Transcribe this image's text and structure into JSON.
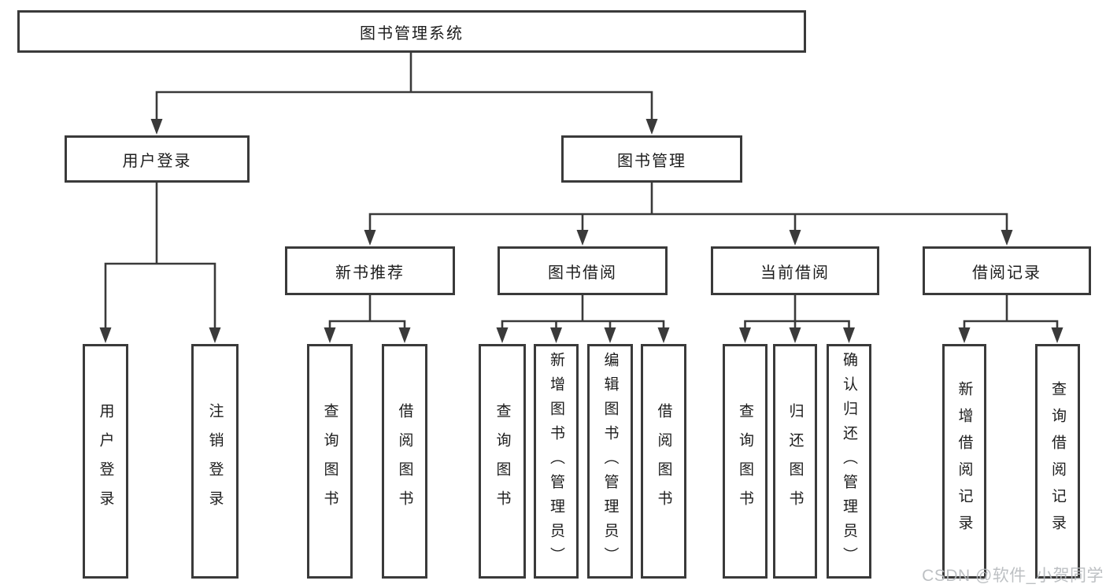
{
  "nodes": {
    "root": "图书管理系统",
    "user_login": "用户登录",
    "book_mgmt": "图书管理",
    "new_book_rec": "新书推荐",
    "book_borrow": "图书借阅",
    "current_borrow": "当前借阅",
    "borrow_record": "借阅记录",
    "login": "用户登录",
    "logout": "注销登录",
    "rec_query_book": "查询图书",
    "rec_borrow_book": "借阅图书",
    "bb_query_book": "查询图书",
    "bb_add_book": "新增图书（管理员）",
    "bb_edit_book": "编辑图书（管理员）",
    "bb_borrow_book": "借阅图书",
    "cb_query_book": "查询图书",
    "cb_return_book": "归还图书",
    "cb_confirm_return": "确认归还（管理员）",
    "br_add_record": "新增借阅记录",
    "br_query_record": "查询借阅记录"
  },
  "edges": [
    [
      "图书管理系统",
      "用户登录"
    ],
    [
      "图书管理系统",
      "图书管理"
    ],
    [
      "用户登录",
      "用户登录"
    ],
    [
      "用户登录",
      "注销登录"
    ],
    [
      "图书管理",
      "新书推荐"
    ],
    [
      "图书管理",
      "图书借阅"
    ],
    [
      "图书管理",
      "当前借阅"
    ],
    [
      "图书管理",
      "借阅记录"
    ],
    [
      "新书推荐",
      "查询图书"
    ],
    [
      "新书推荐",
      "借阅图书"
    ],
    [
      "图书借阅",
      "查询图书"
    ],
    [
      "图书借阅",
      "新增图书（管理员）"
    ],
    [
      "图书借阅",
      "编辑图书（管理员）"
    ],
    [
      "图书借阅",
      "借阅图书"
    ],
    [
      "当前借阅",
      "查询图书"
    ],
    [
      "当前借阅",
      "归还图书"
    ],
    [
      "当前借阅",
      "确认归还（管理员）"
    ],
    [
      "借阅记录",
      "新增借阅记录"
    ],
    [
      "借阅记录",
      "查询借阅记录"
    ]
  ],
  "watermark": "CSDN @软件_小贺同学",
  "colors": {
    "line": "#3a3a3a",
    "text": "#1d1d1d",
    "watermark": "#b6babd",
    "background": "#ffffff"
  }
}
